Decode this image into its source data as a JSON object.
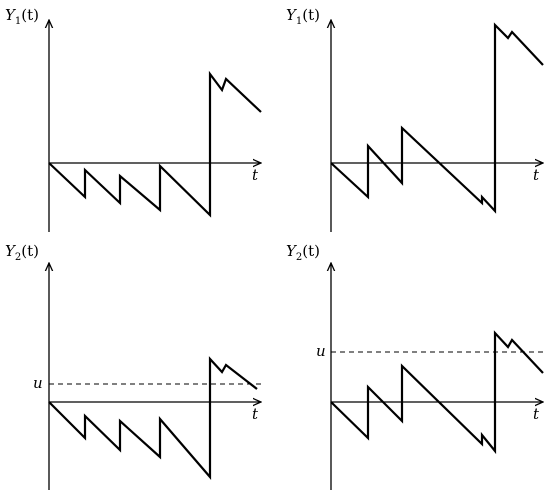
{
  "panels": [
    {
      "id": "top-left",
      "ylabel_main": "Y",
      "ylabel_sub": "1",
      "ylabel_arg": "(t)",
      "xlabel": "t"
    },
    {
      "id": "top-right",
      "ylabel_main": "Y",
      "ylabel_sub": "1",
      "ylabel_arg": "(t)",
      "xlabel": "t"
    },
    {
      "id": "bottom-left",
      "ylabel_main": "Y",
      "ylabel_sub": "2",
      "ylabel_arg": "(t)",
      "xlabel": "t",
      "threshold_label": "u"
    },
    {
      "id": "bottom-right",
      "ylabel_main": "Y",
      "ylabel_sub": "2",
      "ylabel_arg": "(t)",
      "xlabel": "t",
      "threshold_label": "u"
    }
  ]
}
